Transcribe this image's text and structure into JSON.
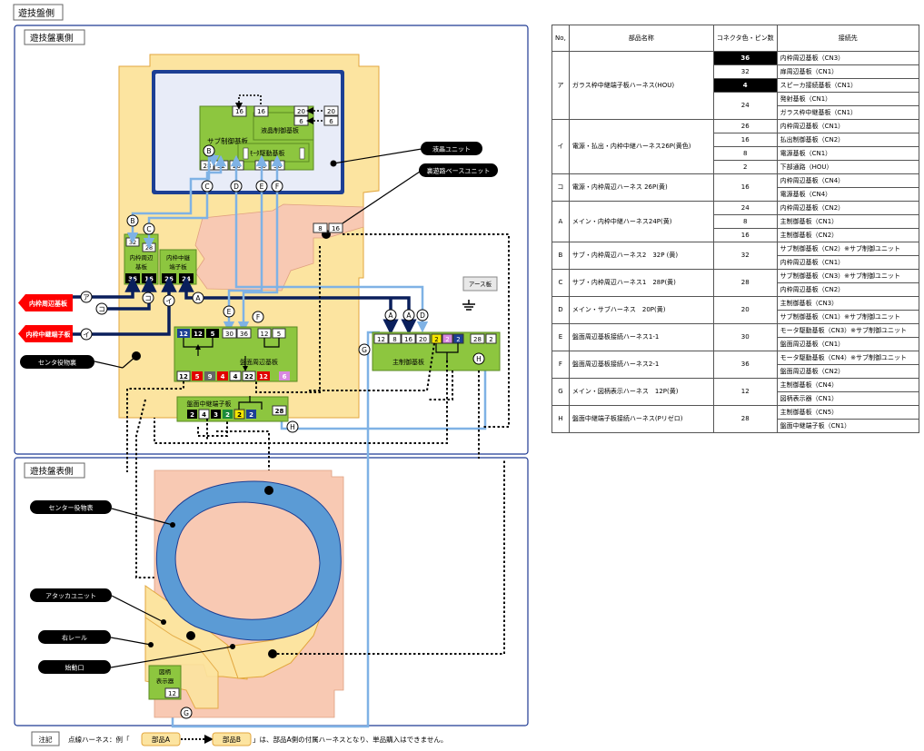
{
  "page_title": "遊技盤側",
  "back_section_title": "遊技盤裏側",
  "front_section_title": "遊技盤表側",
  "footnote": {
    "label": "注記",
    "prefix": "点線ハーネス：例「",
    "part_a": "部品A",
    "part_b": "部品B",
    "suffix": "」は、部品A側の付属ハーネスとなり、単品購入はできません。"
  },
  "colors": {
    "panel_orange": "#fce4a0",
    "panel_pink": "#f8c9b3",
    "board_green": "#8dc63f",
    "harness_navy": "#0a1f5c",
    "harness_light_blue": "#7fb2e5",
    "lcd_blue": "#1c3f94",
    "center_blue": "#5b9bd5",
    "callout_red": "#ff0000"
  },
  "callouts": {
    "lcd_unit": "液晶ユニット",
    "rear_base_unit": "裏遊路ベースユニット",
    "inner_frame_board": "内枠周辺基板",
    "inner_relay_board": "内枠中継端子板",
    "center_decoration_back": "センタ役物裏",
    "earth_plate": "アース板",
    "center_decoration_front": "センター役物表",
    "attacker_unit": "アタッカユニット",
    "right_rail": "右レール",
    "start_port": "始動口"
  },
  "boards": {
    "sub_control": "サブ制御基板",
    "lcd_control": "液晶制御基板",
    "motor_drive": "ﾓｰﾀ駆動基板",
    "inner_peripheral_1": "内枠周辺",
    "inner_peripheral_2": "基板",
    "inner_relay_1": "内枠中継",
    "inner_relay_2": "端子板",
    "board_peripheral": "盤面周辺基板",
    "main_control": "主制御基板",
    "board_relay": "盤面中継端子板",
    "symbol_display_1": "図柄",
    "symbol_display_2": "表示器"
  },
  "connector_labels": {
    "sub_top": [
      "16",
      "16",
      "20",
      "6",
      "20",
      "6"
    ],
    "sub_bottom": [
      "28",
      "32",
      "20",
      "30",
      "36"
    ],
    "inner_peri": [
      "32",
      "28",
      "36",
      "16"
    ],
    "inner_relay": [
      "26",
      "24"
    ],
    "base_unit": [
      "8",
      "16"
    ],
    "board_peri_top": [
      "12",
      "12",
      "5",
      "30",
      "36",
      "12",
      "5"
    ],
    "board_peri_bottom": [
      "12",
      "5",
      "9",
      "4",
      "4",
      "22",
      "12",
      "6"
    ],
    "main_ctrl": [
      "12",
      "8",
      "16",
      "20",
      "2",
      "2",
      "2",
      "28",
      "2"
    ],
    "board_relay": [
      "2",
      "4",
      "3",
      "2",
      "2",
      "2",
      "28"
    ],
    "symbol": [
      "12"
    ]
  },
  "harness_letters": {
    "a": "ア",
    "i": "イ",
    "ko": "コ",
    "A": "A",
    "B": "B",
    "C": "C",
    "D": "D",
    "E": "E",
    "F": "F",
    "G": "G",
    "H": "H"
  },
  "table": {
    "headers": {
      "no": "No,",
      "name": "部品名称",
      "pins": "コネクタ色・ピン数",
      "dest": "接続先"
    },
    "rows": [
      {
        "no": "ア",
        "name": "ガラス枠中継端子板ハーネス(HOU)",
        "entries": [
          {
            "pin": "36",
            "hl": true,
            "dest": "内枠周辺基板（CN3）"
          },
          {
            "pin": "32",
            "hl": false,
            "dest": "扉周辺基板（CN1）"
          },
          {
            "pin": "4",
            "hl": true,
            "dest": "スピーカ接続基板（CN1）"
          },
          {
            "pin": "24",
            "hl": false,
            "dest": "発射基板（CN1）"
          },
          {
            "pin": "",
            "hl": false,
            "dest": "ガラス枠中継基板（CN1）"
          }
        ]
      },
      {
        "no": "イ",
        "name": "電源・払出・内枠中継ハーネス26P(黄色)",
        "entries": [
          {
            "pin": "26",
            "hl": false,
            "dest": "内枠周辺基板（CN1）"
          },
          {
            "pin": "16",
            "hl": false,
            "dest": "払出制御基板（CN2）"
          },
          {
            "pin": "8",
            "hl": false,
            "dest": "電源基板（CN1）"
          },
          {
            "pin": "2",
            "hl": false,
            "dest": "下部通路（HOU）"
          }
        ]
      },
      {
        "no": "コ",
        "name": "電源・内枠周辺ハーネス 26P(黄)",
        "entries": [
          {
            "pin": "16",
            "hl": false,
            "dest": "内枠周辺基板（CN4）"
          },
          {
            "pin": "",
            "hl": false,
            "dest": "電源基板（CN4）"
          }
        ]
      },
      {
        "no": "A",
        "name": "メイン・内枠中継ハーネス24P(黄)",
        "entries": [
          {
            "pin": "24",
            "hl": false,
            "dest": "内枠周辺基板（CN2）"
          },
          {
            "pin": "8",
            "hl": false,
            "dest": "主制御基板（CN1）"
          },
          {
            "pin": "16",
            "hl": false,
            "dest": "主制御基板（CN2）"
          }
        ]
      },
      {
        "no": "B",
        "name": "サブ・内枠周辺ハーネス2　32P (黄)",
        "entries": [
          {
            "pin": "32",
            "hl": false,
            "dest": "サブ制御基板（CN2）※サブ制御ユニット"
          },
          {
            "pin": "",
            "hl": false,
            "dest": "内枠周辺基板（CN1）"
          }
        ]
      },
      {
        "no": "C",
        "name": "サブ・内枠周辺ハーネス1　28P(黄)",
        "entries": [
          {
            "pin": "28",
            "hl": false,
            "dest": "サブ制御基板（CN3）※サブ制御ユニット"
          },
          {
            "pin": "",
            "hl": false,
            "dest": "内枠周辺基板（CN2）"
          }
        ]
      },
      {
        "no": "D",
        "name": "メイン・サブハーネス　20P(黄)",
        "entries": [
          {
            "pin": "20",
            "hl": false,
            "dest": "主制御基板（CN3）"
          },
          {
            "pin": "",
            "hl": false,
            "dest": "サブ制御基板（CN1）※サブ制御ユニット"
          }
        ]
      },
      {
        "no": "E",
        "name": "盤面周辺基板接続ハーネス1-1",
        "entries": [
          {
            "pin": "30",
            "hl": false,
            "dest": "モータ駆動基板（CN3）※サブ制御ユニット"
          },
          {
            "pin": "",
            "hl": false,
            "dest": "盤面周辺基板（CN1）"
          }
        ]
      },
      {
        "no": "F",
        "name": "盤面周辺基板接続ハーネス2-1",
        "entries": [
          {
            "pin": "36",
            "hl": false,
            "dest": "モータ駆動基板（CN4）※サブ制御ユニット"
          },
          {
            "pin": "",
            "hl": false,
            "dest": "盤面周辺基板（CN2）"
          }
        ]
      },
      {
        "no": "G",
        "name": "メイン・図柄表示ハーネス　12P(黄)",
        "entries": [
          {
            "pin": "12",
            "hl": false,
            "dest": "主制御基板（CN4）"
          },
          {
            "pin": "",
            "hl": false,
            "dest": "図柄表示器（CN1）"
          }
        ]
      },
      {
        "no": "H",
        "name": "盤面中継端子板接続ハーネス(Pリゼロ)",
        "entries": [
          {
            "pin": "28",
            "hl": false,
            "dest": "主制御基板（CN5）"
          },
          {
            "pin": "",
            "hl": false,
            "dest": "盤面中継端子板（CN1）"
          }
        ]
      }
    ]
  }
}
